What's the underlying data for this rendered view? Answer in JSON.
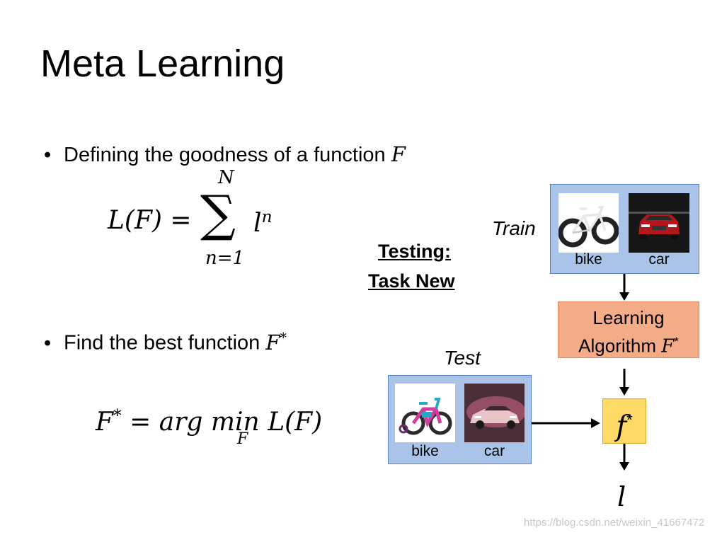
{
  "slide": {
    "title": "Meta Learning",
    "bullet1": {
      "text": "Defining the goodness of a function",
      "symbol": "F",
      "equation": {
        "lhs": "L(F) = ",
        "sigma": "∑",
        "upper": "N",
        "lower": "n=1",
        "term": "l",
        "term_sup": "n"
      }
    },
    "bullet2": {
      "text": "Find the best function",
      "symbol": "F",
      "symbol_sup": "*",
      "equation": {
        "lhs": "F",
        "lhs_sup": "*",
        "mid": " = arg ",
        "op": "min",
        "op_sub": "F",
        "rhs": " L(F)"
      }
    }
  },
  "diagram": {
    "heading_line1": "Testing:",
    "heading_line2": "Task New",
    "train_label": "Train",
    "test_label": "Test",
    "train_items": [
      "bike",
      "car"
    ],
    "test_items": [
      "bike",
      "car"
    ],
    "algorithm_line1": "Learning",
    "algorithm_line2": "Algorithm",
    "algorithm_symbol": "F",
    "algorithm_sup": "*",
    "f_symbol": "f",
    "f_sup": "*",
    "loss_symbol": "l"
  },
  "watermark": "https://blog.csdn.net/weixin_41667472",
  "colors": {
    "panel_fill": "#a9c4e8",
    "algorithm_fill": "#f4ab88",
    "f_fill": "#ffd966",
    "arrow": "#000000"
  },
  "icons": [
    "bike-icon",
    "car-icon"
  ]
}
